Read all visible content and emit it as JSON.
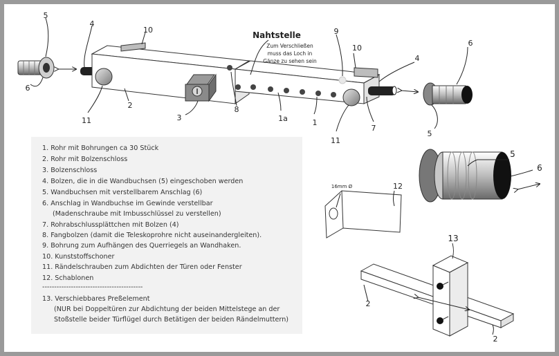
{
  "callouts": {
    "top_left_5": "5",
    "top_left_4": "4",
    "top_left_6": "6",
    "top_10_left": "10",
    "nahtstelle": "Nahtstelle",
    "hole_note": [
      "Zum Verschließen",
      "muss das Loch in",
      "Gänze zu sehen sein"
    ],
    "top_9": "9",
    "top_10_right": "10",
    "top_right_4": "4",
    "top_right_6": "6",
    "top_right_5": "5",
    "top_11_left": "11",
    "top_2": "2",
    "top_3": "3",
    "top_8": "8",
    "top_1a": "1a",
    "top_1": "1",
    "top_11_right": "11",
    "top_7": "7",
    "right_5": "5",
    "right_6": "6",
    "template_size": "16mm Ø",
    "template_12": "12",
    "press_13": "13",
    "press_2_left": "2",
    "press_2_right": "2"
  },
  "legend": [
    "1. Rohr mit Bohrungen ca 30 Stück",
    "2. Rohr mit Bolzenschloss",
    "3. Bolzenschloss",
    "4. Bolzen, die in die Wandbuchsen (5) eingeschoben werden",
    "5. Wandbuchsen mit verstellbarem Anschlag (6)",
    "6. Anschlag in Wandbuchse im Gewinde verstellbar",
    "(Madenschraube mit Imbusschlüssel zu verstellen)",
    "7. Rohrabschlussplättchen mit Bolzen (4)",
    "8. Fangbolzen (damit die Teleskoprohre nicht auseinandergleiten).",
    "9. Bohrung zum Aufhängen des Querriegels an Wandhaken.",
    "10. Kunststoffschoner",
    "11. Rändelschrauben zum Abdichten der Türen oder Fenster",
    "12. Schablonen",
    "------------------------------------------",
    "13. Verschiebbares Preßelement",
    "(NUR bei Doppeltüren zur Abdichtung der beiden Mittelstege an der",
    "Stoßstelle beider Türflügel durch Betätigen der beiden Rändelmuttern)"
  ]
}
